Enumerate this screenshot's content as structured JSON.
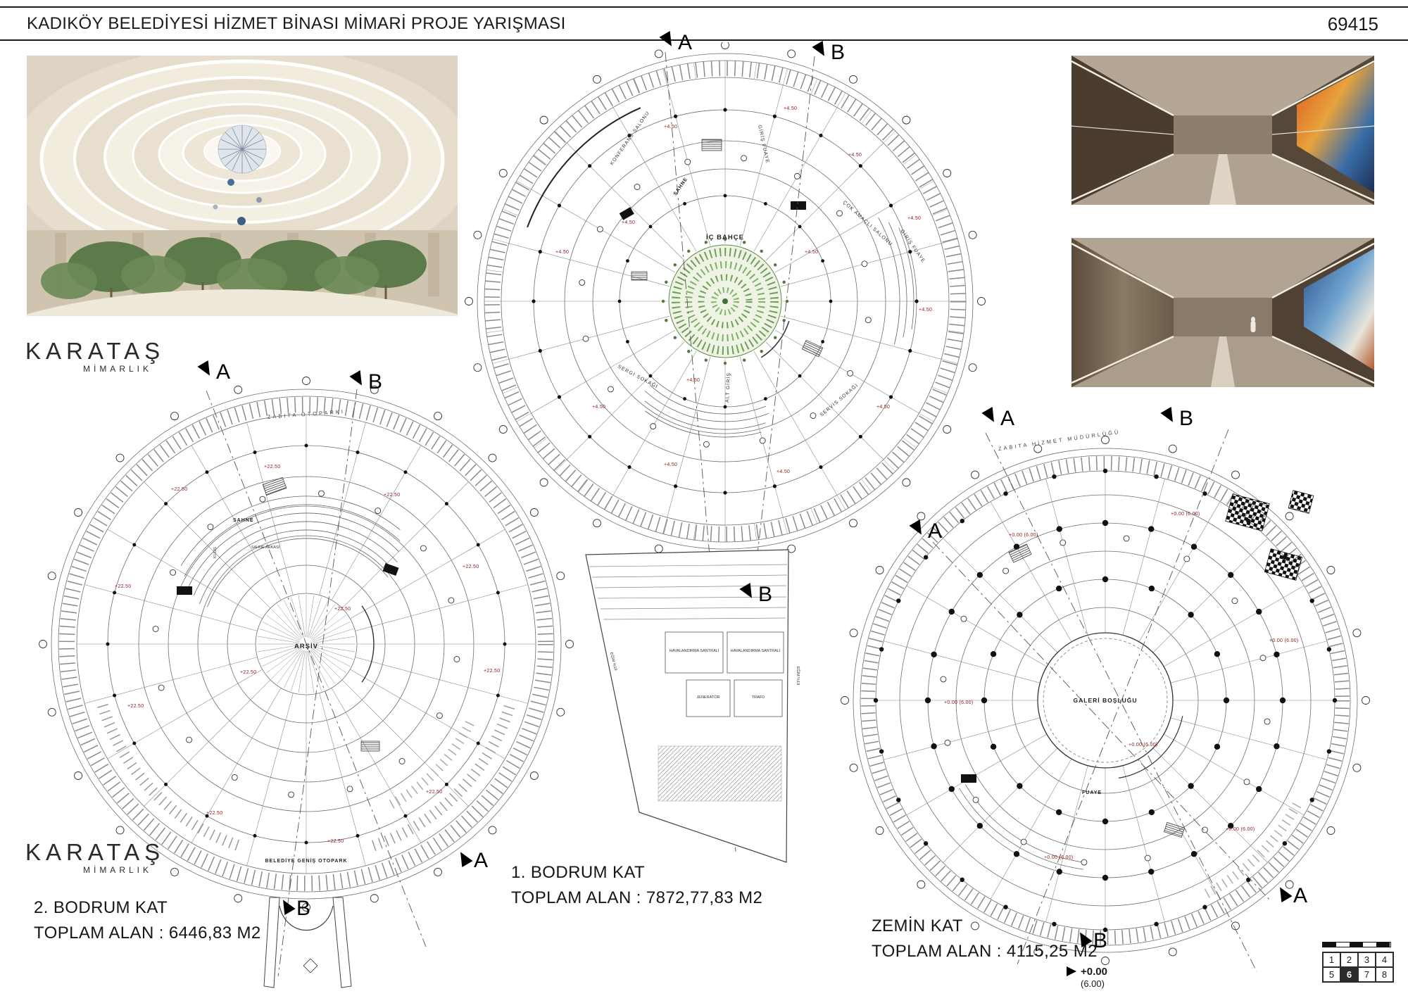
{
  "header": {
    "title": "KADIKÖY BELEDİYESİ HİZMET BİNASI MİMARİ PROJE YARIŞMASI",
    "sheet_number": "69415"
  },
  "logo": {
    "name": "KARATAŞ",
    "sub": "MİMARLIK"
  },
  "section_markers": {
    "a": "A",
    "b": "B"
  },
  "colors": {
    "elevation_red": "#8b1a1a",
    "garden_green": "#5d8a49",
    "line_gray": "#666"
  },
  "plans": {
    "plan1": {
      "caption_line1": "1. BODRUM KAT",
      "caption_line2": "TOPLAM ALAN : 7872,77,83 M2",
      "center_label": "İÇ BAHÇE",
      "elevation": "+4.50",
      "room_labels": [
        "KONFERANS SALONU",
        "SAHNE",
        "ÇOK AMAÇLI SALONU",
        "GİRİŞ FUAYE",
        "SERGİ SOKAĞI",
        "ALT GİRİŞ",
        "SERVİS SOKAĞI",
        "GİRİŞ FUAYE"
      ],
      "ramp_grade": "EĞİM %19",
      "ramp_rooms": [
        "HAVALANDIRMA SANTRALİ",
        "HAVALANDIRMA SANTRALİ",
        "JENERATÖR",
        "TRAFO"
      ]
    },
    "plan2": {
      "caption_line1": "2. BODRUM KAT",
      "caption_line2": "TOPLAM ALAN : 6446,83 M2",
      "center_label": "ARŞİV",
      "elevation": "+22.50",
      "room_labels": [
        "ZABITA OTOPARKI",
        "SAHNE",
        "SAHNE ARKASI",
        "KULİS",
        "BELEDİYE GENİŞ OTOPARK"
      ]
    },
    "plan3": {
      "caption_line1": "ZEMİN KAT",
      "caption_line2": "TOPLAM ALAN : 4115,25 M2",
      "center_label": "GALERİ BOŞLUĞU",
      "sub_label": "FUAYE",
      "elevation": "+0.00 (6.00)",
      "room_labels": [
        "ZABITA HİZMET MÜDÜRLÜĞÜ"
      ]
    }
  },
  "datum": {
    "value": "+0.00",
    "sub": "(6.00)"
  },
  "sheet_index": {
    "row1": [
      "1",
      "2",
      "3",
      "4"
    ],
    "row2": [
      "5",
      "6",
      "7",
      "8"
    ],
    "active": "6"
  }
}
